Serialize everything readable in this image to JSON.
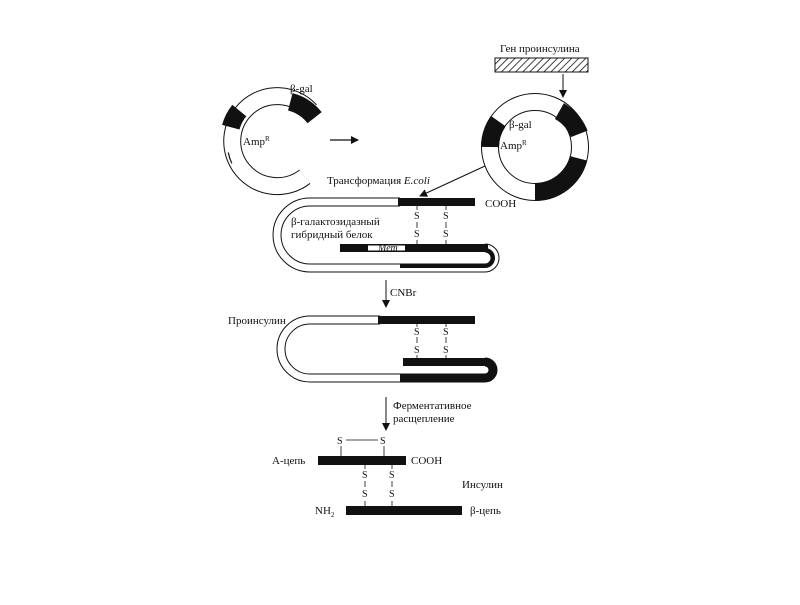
{
  "labels": {
    "gene": "Ген проинсулина",
    "bgal_left": "β-gal",
    "amp_left": "Amp",
    "amp_sup": "R",
    "bgal_right": "β-gal",
    "amp_right": "Amp",
    "transformation_prefix": "Трансформация ",
    "transformation_species": "E.coli",
    "cooh_top": "COOH",
    "hybrid_line1": "β-галактозидазный",
    "hybrid_line2": "гибридный белок",
    "met": "Мет",
    "cnbr": "CNBr",
    "proinsulin": "Проинсулин",
    "enzymatic_line1": "Ферментативное",
    "enzymatic_line2": "расщепление",
    "a_chain": "А-цепь",
    "cooh_bottom": "COOH",
    "insulin": "Инсулин",
    "nh2": "NH",
    "nh2_sub": "2",
    "b_chain": "β-цепь",
    "s": "S"
  }
}
